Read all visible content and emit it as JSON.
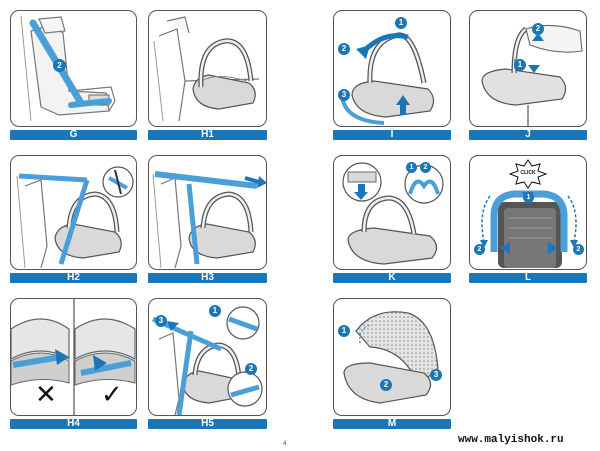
{
  "panels": {
    "G": {
      "label": "G",
      "markers": [
        "2"
      ]
    },
    "H1": {
      "label": "H1",
      "markers": []
    },
    "H2": {
      "label": "H2",
      "markers": []
    },
    "H3": {
      "label": "H3",
      "markers": []
    },
    "H4": {
      "label": "H4",
      "markers": []
    },
    "H5": {
      "label": "H5",
      "markers": [
        "3",
        "1",
        "2"
      ]
    },
    "I": {
      "label": "I",
      "markers": [
        "1",
        "2",
        "3"
      ]
    },
    "J": {
      "label": "J",
      "markers": [
        "2",
        "1"
      ]
    },
    "K": {
      "label": "K",
      "markers": [
        "1",
        "2"
      ]
    },
    "L": {
      "label": "L",
      "markers": [
        "1",
        "2",
        "2"
      ],
      "callout": "CLICK"
    },
    "M": {
      "label": "M",
      "markers": [
        "1",
        "3",
        "2"
      ]
    }
  },
  "page_number": "4",
  "watermark": "www.malyishok.ru",
  "colors": {
    "accent": "#1b76b8",
    "belt": "#4a9fd8",
    "ink": "#555555"
  },
  "icons": {
    "wrong": "cross-mark-icon",
    "right": "check-mark-icon"
  }
}
